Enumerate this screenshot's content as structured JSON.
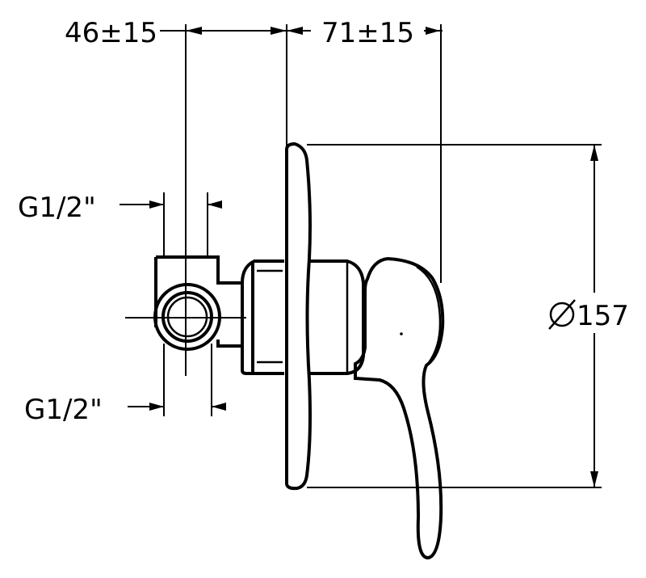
{
  "drawing": {
    "dim_offset_left": "46±15",
    "dim_offset_right": "71±15",
    "dim_thread_top": "G1/2\"",
    "dim_thread_bottom": "G1/2\"",
    "dim_diameter": "157",
    "diameter_symbol": "diameter-symbol"
  }
}
